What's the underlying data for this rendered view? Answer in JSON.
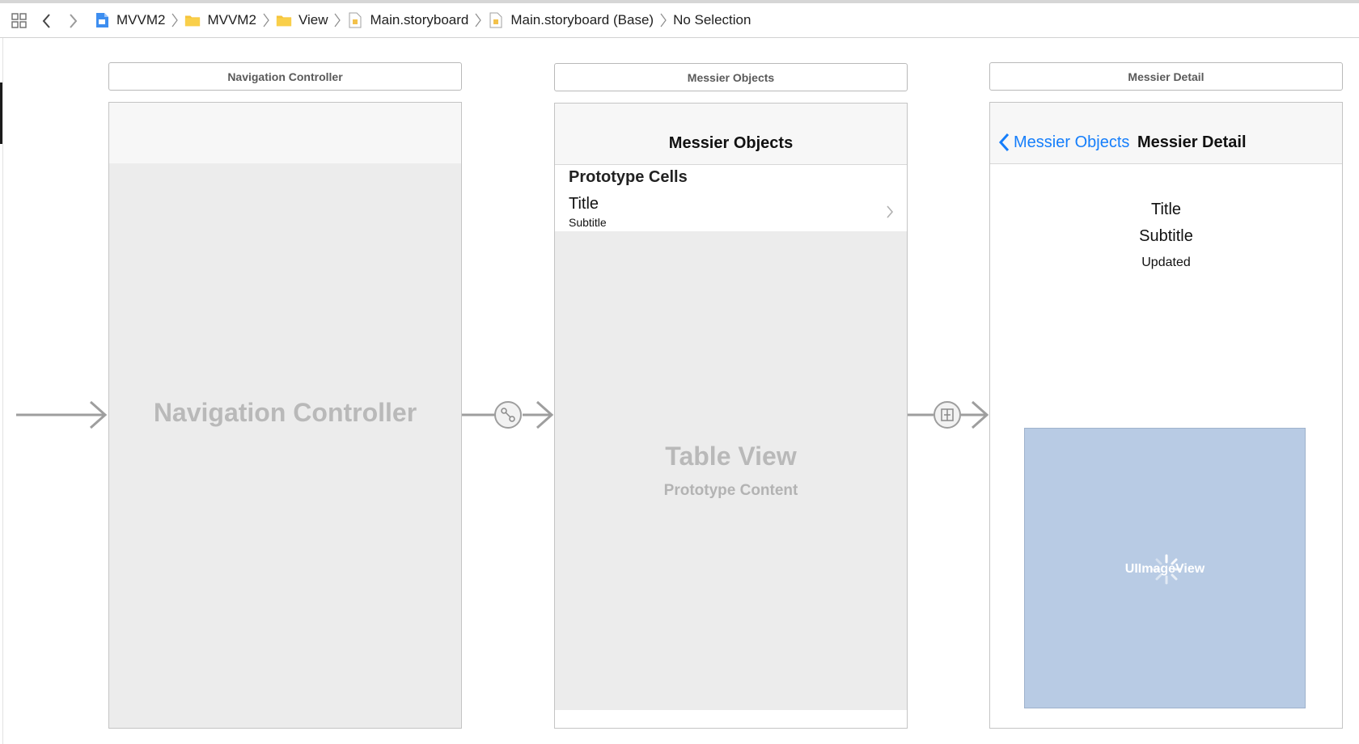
{
  "jumpbar": {
    "crumbs": [
      {
        "label": "MVVM2",
        "icon": "project-icon"
      },
      {
        "label": "MVVM2",
        "icon": "folder-icon"
      },
      {
        "label": "View",
        "icon": "folder-icon"
      },
      {
        "label": "Main.storyboard",
        "icon": "storyboard-file-icon"
      },
      {
        "label": "Main.storyboard (Base)",
        "icon": "storyboard-file-icon"
      },
      {
        "label": "No Selection",
        "icon": ""
      }
    ]
  },
  "scenes": {
    "navigation": {
      "title": "Navigation Controller",
      "placeholder": "Navigation Controller"
    },
    "objects": {
      "title": "Messier Objects",
      "nav_title": "Messier Objects",
      "prototype_cells_label": "Prototype Cells",
      "cell_title": "Title",
      "cell_subtitle": "Subtitle",
      "table_view_label": "Table View",
      "prototype_content_label": "Prototype Content"
    },
    "detail": {
      "title": "Messier Detail",
      "back_label": "Messier Objects",
      "nav_title": "Messier Detail",
      "title_label": "Title",
      "subtitle_label": "Subtitle",
      "updated_label": "Updated",
      "imageview_label": "UIImageView"
    }
  },
  "colors": {
    "accent": "#157efb",
    "imageview": "#b8cbe4",
    "placeholder_bg": "#ececec"
  }
}
